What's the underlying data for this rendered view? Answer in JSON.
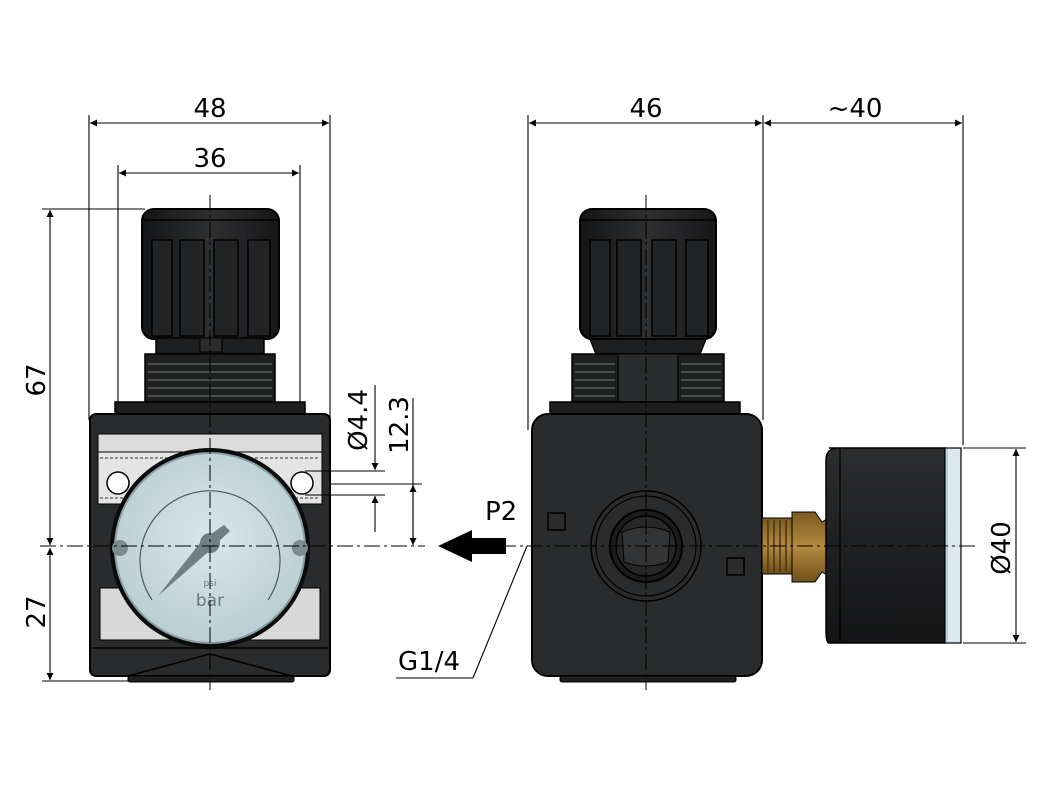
{
  "drawing": {
    "subject": "Pressure regulator with gauge",
    "front_view": {
      "dimensions": {
        "overall_width": "48",
        "knob_width": "36",
        "height_top": "67",
        "height_bottom": "27",
        "mounting_hole": "Ø4.4",
        "hole_spacing": "12.3"
      },
      "gauge": {
        "unit_primary": "bar",
        "unit_secondary": "psi"
      }
    },
    "side_view": {
      "dimensions": {
        "body_depth": "46",
        "gauge_projection": "~40",
        "gauge_diameter": "Ø40"
      },
      "port_label": "P2",
      "thread_label": "G1/4"
    },
    "colors": {
      "body": "#2a2b2d",
      "gauge_face": "#c9dde0",
      "brass": "#a57d35",
      "panel": "#d8d8d8",
      "line": "#000000"
    }
  }
}
